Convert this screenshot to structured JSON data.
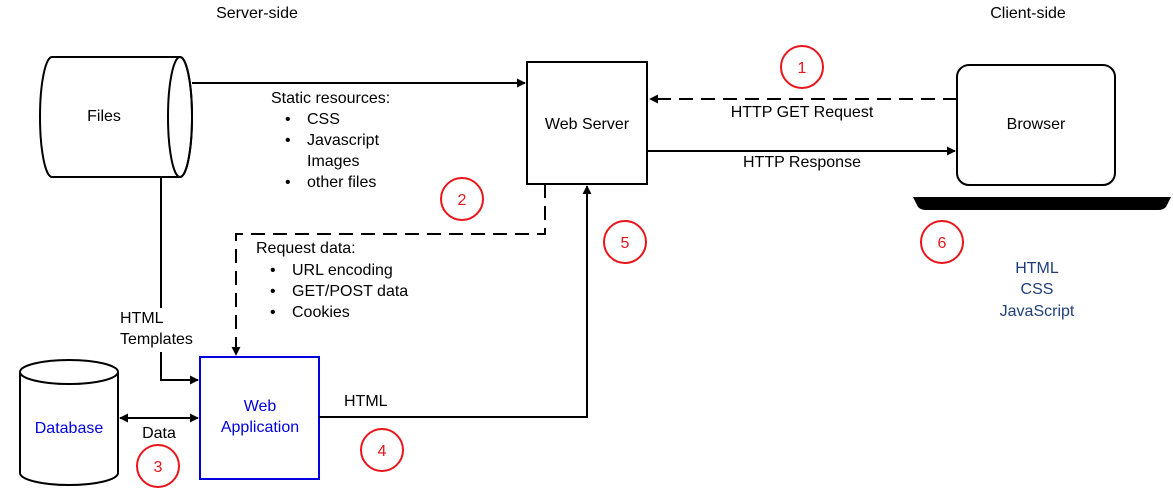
{
  "headings": {
    "server_side": "Server-side",
    "client_side": "Client-side"
  },
  "nodes": {
    "files": "Files",
    "web_server": "Web Server",
    "browser": "Browser",
    "database": "Database",
    "web_app_line1": "Web",
    "web_app_line2": "Application"
  },
  "labels": {
    "static_resources_title": "Static resources:",
    "static_resources": [
      "CSS",
      "Javascript",
      "Images",
      "other files"
    ],
    "http_get": "HTTP GET Request",
    "http_response": "HTTP Response",
    "request_data_title": "Request data:",
    "request_data": [
      "URL encoding",
      "GET/POST data",
      "Cookies"
    ],
    "html_templates_line1": "HTML",
    "html_templates_line2": "Templates",
    "html": "HTML",
    "data": "Data"
  },
  "client_tech": [
    "HTML",
    "CSS",
    "JavaScript"
  ],
  "steps": [
    "1",
    "2",
    "3",
    "4",
    "5",
    "6"
  ],
  "colors": {
    "step_circle": "#e8161b",
    "web_application": "#0000dd",
    "client_tech": "#1f3f7a",
    "lines": "#000000"
  }
}
